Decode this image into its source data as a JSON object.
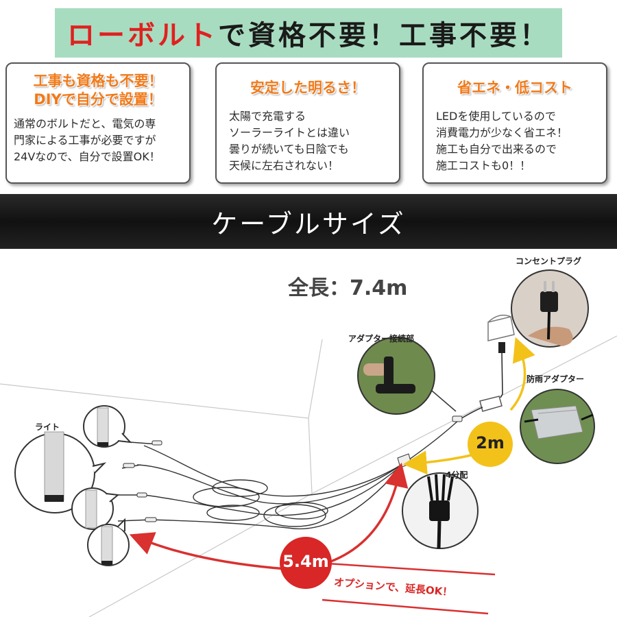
{
  "banner": {
    "highlight": "ローボルト",
    "rest": "で資格不要！工事不要！"
  },
  "cards": [
    {
      "title_line1": "工事も資格も不要！",
      "title_line2": "DIYで自分で設置！",
      "body": "通常のボルトだと、電気の専\n門家による工事が必要ですが\n24Vなので、自分で設置OK！"
    },
    {
      "title_line1": "安定した明るさ！",
      "title_line2": "",
      "body": "太陽で充電する\nソーラーライトとは違い\n曇りが続いても日陰でも\n天候に左右されない！"
    },
    {
      "title_line1": "省エネ・低コスト",
      "title_line2": "",
      "body": "LEDを使用しているので\n消費電力が少なく省エネ！\n施工も自分で出来るので\n施工コストも0！！"
    }
  ],
  "section_title": "ケーブルサイズ",
  "diagram": {
    "total_length": "全長：7.4m",
    "labels": {
      "plug": "コンセントプラグ",
      "adapter_joint": "アダプター接続部",
      "rain_adapter": "防雨アダプター",
      "light": "ライト",
      "splitter": "4分配",
      "option": "オプションで、延長OK！"
    },
    "badges": {
      "two_m": "2m",
      "five_four_m": "5.4m"
    },
    "colors": {
      "yellow": "#f3c21a",
      "red": "#d92626",
      "arrow_yellow": "#f2c219",
      "arrow_red": "#d93030"
    }
  }
}
